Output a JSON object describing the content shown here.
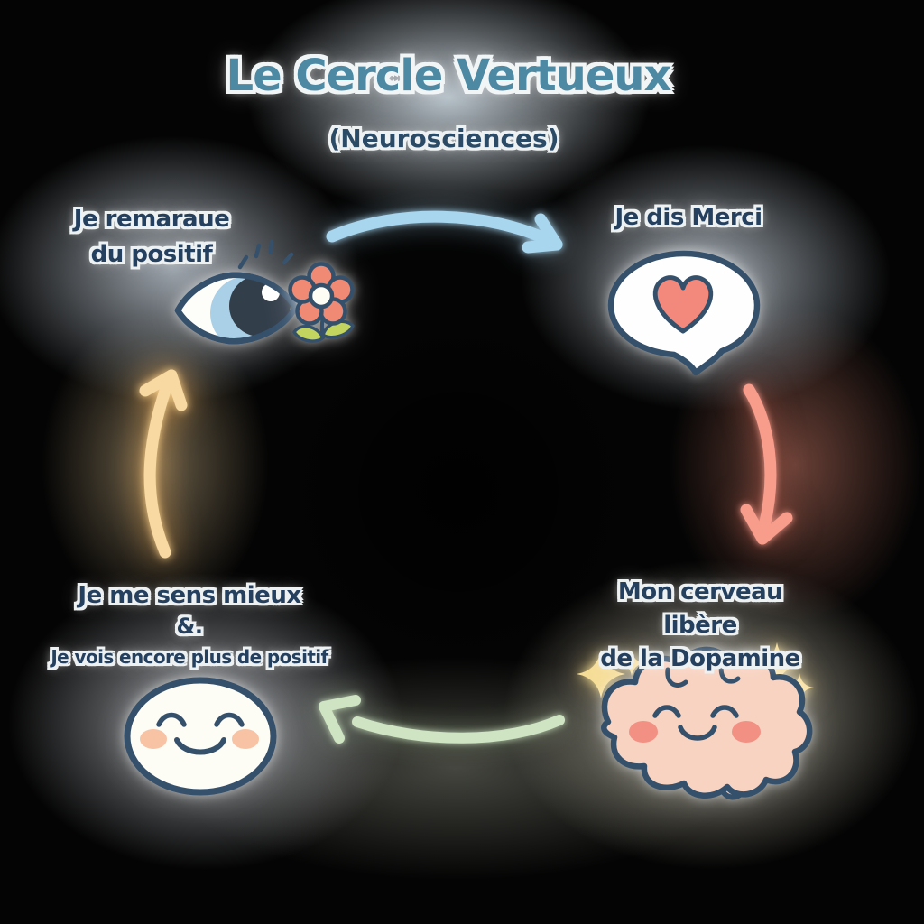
{
  "meta": {
    "kind": "cycle-infographic",
    "language": "fr"
  },
  "title": {
    "main": "Le Cercle Vertueux",
    "subtitle": "(Neurosciences)"
  },
  "nodes": [
    {
      "id": "notice-positive",
      "position": "top-left",
      "icon": "eye-with-flower-icon",
      "lines": [
        "Je remaraue",
        "du positif"
      ]
    },
    {
      "id": "say-thanks",
      "position": "top-right",
      "icon": "speech-bubble-heart-icon",
      "lines": [
        "Je dis Merci"
      ]
    },
    {
      "id": "dopamine-release",
      "position": "bottom-right",
      "icon": "happy-brain-sparkles-icon",
      "lines": [
        "Mon cerveau libère",
        "de la Dopamine"
      ]
    },
    {
      "id": "feel-better",
      "position": "bottom-left",
      "icon": "smiling-face-icon",
      "lines": [
        "Je me sens mieux",
        "&.",
        "Je vois encore plus de positif"
      ]
    }
  ],
  "arrows": [
    {
      "from": "notice-positive",
      "to": "say-thanks",
      "color": "#a9d6ef",
      "path": "top, curving left to right"
    },
    {
      "from": "say-thanks",
      "to": "dopamine-release",
      "color": "#f89c8c",
      "path": "right side, curving downward"
    },
    {
      "from": "dopamine-release",
      "to": "feel-better",
      "color": "#cfe4c3",
      "path": "bottom, curving right to left"
    },
    {
      "from": "feel-better",
      "to": "notice-positive",
      "color": "#f8d9a2",
      "path": "left side, curving upward"
    }
  ],
  "colors": {
    "title": "#4e89a4",
    "subtitle": "#2b4a66",
    "label_text": "#24405e",
    "outline": "#35506b",
    "bubble_fill": "#fefefe",
    "heart": "#f2897c",
    "brain_fill": "#f8d3c2",
    "brain_cheek": "#f29183",
    "face_fill": "#fdfcf5",
    "face_cheek": "#f8c3a5",
    "sparkle": "#f6dd96",
    "flower_petal": "#f08a74",
    "flower_center": "#fdfdf6",
    "leaf": "#c3d45f",
    "sclera": "#fdfdfa",
    "iris": "#a9d0e6",
    "pupil": "#333e4b"
  }
}
